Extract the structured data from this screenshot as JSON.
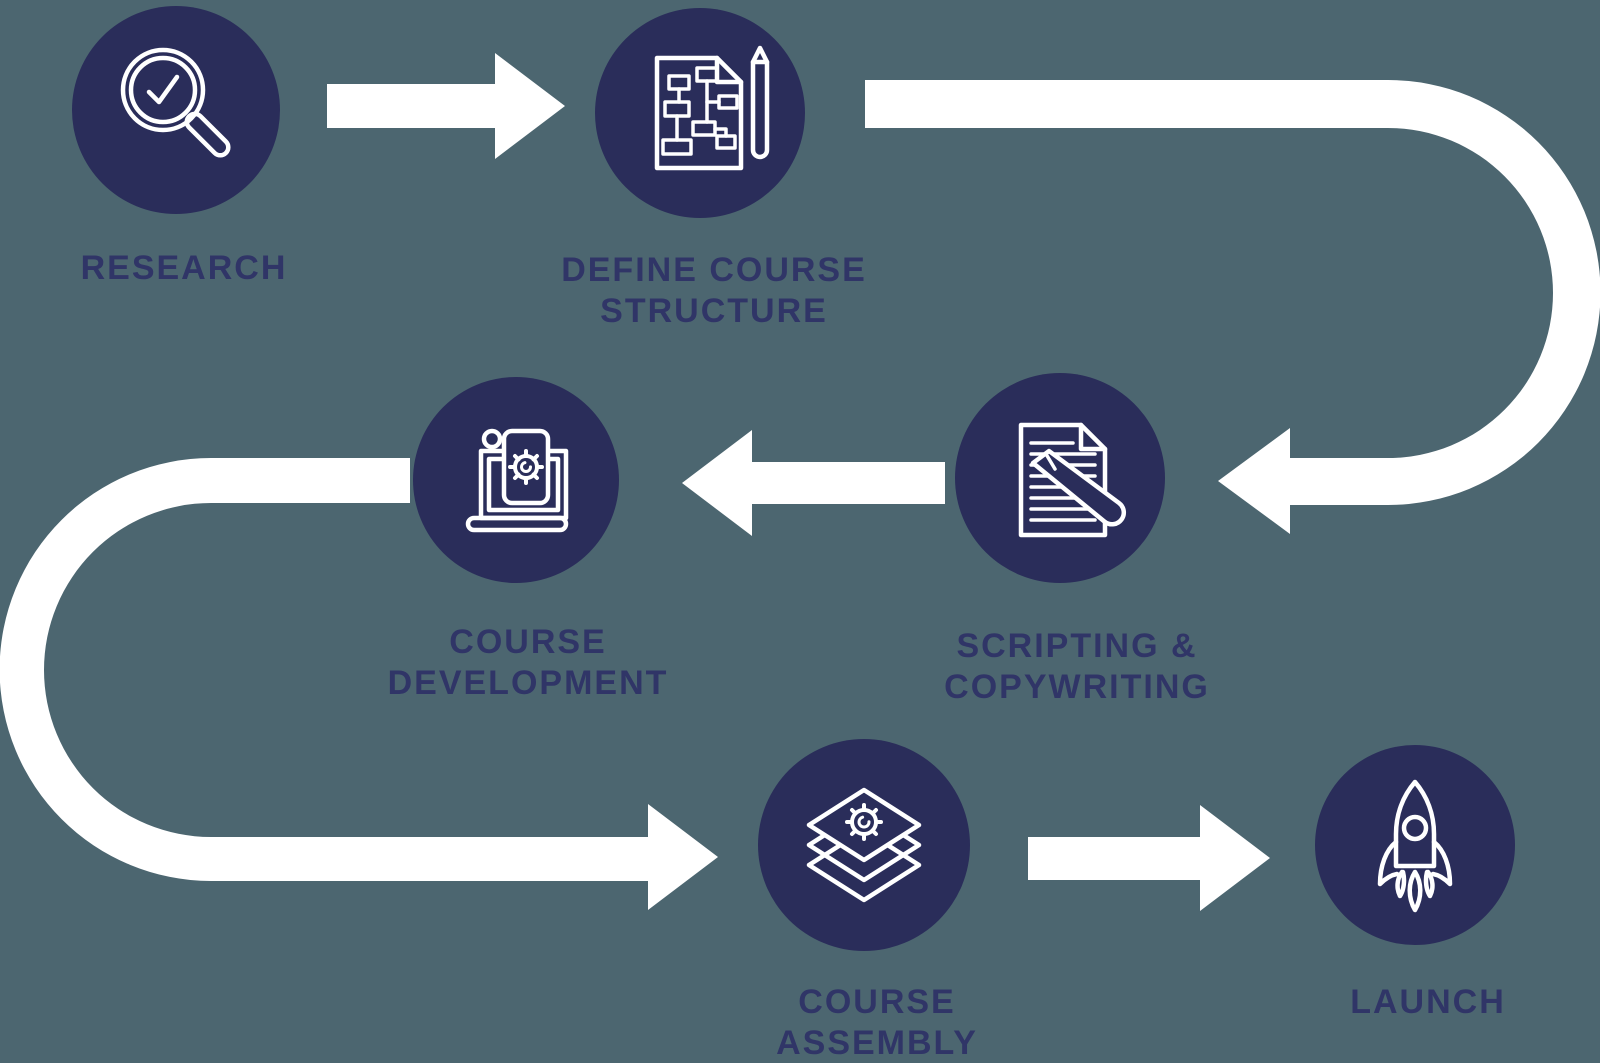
{
  "colors": {
    "background": "#4C6670",
    "circle": "#2A2D5A",
    "label": "#303567",
    "arrow": "#FFFFFF",
    "icon": "#FFFFFF"
  },
  "nodes": [
    {
      "id": "research",
      "icon": "magnifier-check-icon",
      "label_lines": [
        "RESEARCH"
      ]
    },
    {
      "id": "define-course-structure",
      "icon": "flowchart-document-pencil-icon",
      "label_lines": [
        "DEFINE COURSE",
        "STRUCTURE"
      ]
    },
    {
      "id": "course-development",
      "icon": "laptop-document-gear-icon",
      "label_lines": [
        "COURSE",
        "DEVELOPMENT"
      ]
    },
    {
      "id": "scripting-copywriting",
      "icon": "document-pencil-icon",
      "label_lines": [
        "SCRIPTING &",
        "COPYWRITING"
      ]
    },
    {
      "id": "course-assembly",
      "icon": "stacked-layers-gear-icon",
      "label_lines": [
        "COURSE",
        "ASSEMBLY"
      ]
    },
    {
      "id": "launch",
      "icon": "rocket-icon",
      "label_lines": [
        "LAUNCH"
      ]
    }
  ],
  "connections": [
    {
      "from": "research",
      "to": "define-course-structure",
      "style": "straight-right"
    },
    {
      "from": "define-course-structure",
      "to": "scripting-copywriting",
      "style": "u-curve-right"
    },
    {
      "from": "scripting-copywriting",
      "to": "course-development",
      "style": "straight-left"
    },
    {
      "from": "course-development",
      "to": "course-assembly",
      "style": "u-curve-left"
    },
    {
      "from": "course-assembly",
      "to": "launch",
      "style": "straight-right"
    }
  ]
}
